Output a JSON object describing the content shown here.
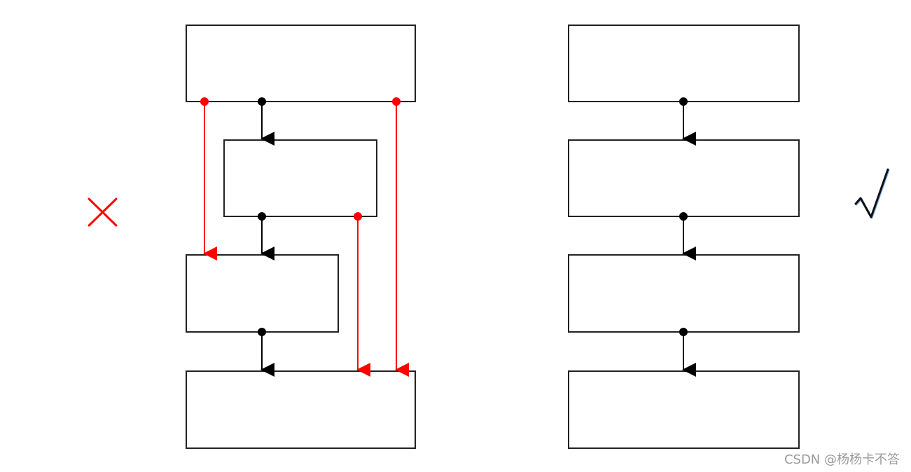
{
  "colors": {
    "wrong": "#ff0000",
    "ok": "#000000",
    "box_stroke": "#222222",
    "check": "#111111",
    "check_accent": "#1a6fd6",
    "watermark": "#9a9a9a"
  },
  "marks": {
    "wrong_icon": "cross-mark",
    "right_icon": "check-mark"
  },
  "watermark": "CSDN @杨杨卡不答"
}
